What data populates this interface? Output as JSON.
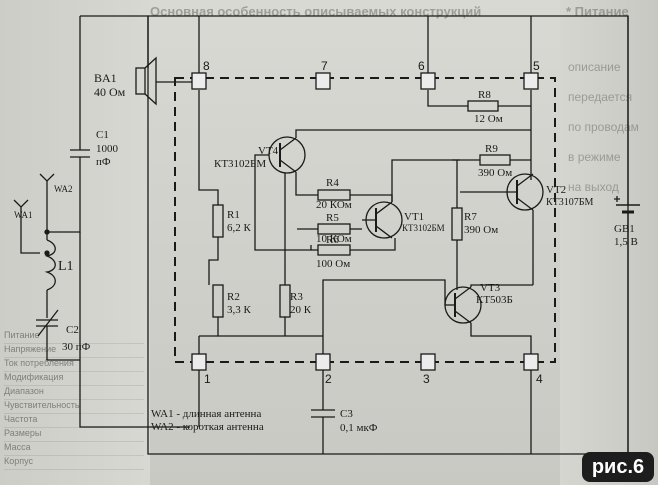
{
  "figure_label": "рис.6",
  "background_text": {
    "top": "Основная особенность описываемых конструкций",
    "top_right": "* Питание",
    "lines": [
      "описание",
      "передается",
      "по проводам",
      "в режиме",
      "на выход"
    ],
    "left_list": [
      "Питание",
      "Напряжение",
      "Ток потребления",
      "Модификация",
      "Диапазон",
      "Чувствительность",
      "Частота",
      "Размеры",
      "Масса",
      "Корпус"
    ]
  },
  "terminals": {
    "t8": "8",
    "t7": "7",
    "t6": "6",
    "t5": "5",
    "t1": "1",
    "t2": "2",
    "t3": "3",
    "t4": "4"
  },
  "components": {
    "ba1": {
      "ref": "BA1",
      "value": "40 Ом"
    },
    "c1": {
      "ref": "C1",
      "value1": "1000",
      "value2": "пФ"
    },
    "wa1": {
      "ref": "WA1"
    },
    "wa2": {
      "ref": "WA2"
    },
    "l1": {
      "ref": "L1"
    },
    "c2": {
      "ref": "C2",
      "value": "30 пФ"
    },
    "r1": {
      "ref": "R1",
      "value": "6,2 К"
    },
    "r2": {
      "ref": "R2",
      "value": "3,3 К"
    },
    "r3": {
      "ref": "R3",
      "value": "20 К"
    },
    "r4": {
      "ref": "R4",
      "value": "20 КОм"
    },
    "r5": {
      "ref": "R5",
      "value": "10 КОм"
    },
    "r6": {
      "ref": "R6",
      "value": "100 Ом"
    },
    "r7": {
      "ref": "R7",
      "value": "390 Ом"
    },
    "r8": {
      "ref": "R8",
      "value": "12 Ом"
    },
    "r9": {
      "ref": "R9",
      "value": "390 Ом"
    },
    "vt1": {
      "ref": "VT1",
      "type": "КТ3102БМ"
    },
    "vt2": {
      "ref": "VT2",
      "type": "КТ3107БМ"
    },
    "vt3": {
      "ref": "VT3",
      "type": "КТ503Б"
    },
    "vt4": {
      "ref": "VT4",
      "type": "КТ3102БМ"
    },
    "c3": {
      "ref": "C3",
      "value": "0,1 мкФ"
    },
    "gb1": {
      "ref": "GB1",
      "value": "1,5 В"
    }
  },
  "legend": {
    "wa1": "WA1 - длинная антенна",
    "wa2": "WA2 - короткая антенна"
  }
}
